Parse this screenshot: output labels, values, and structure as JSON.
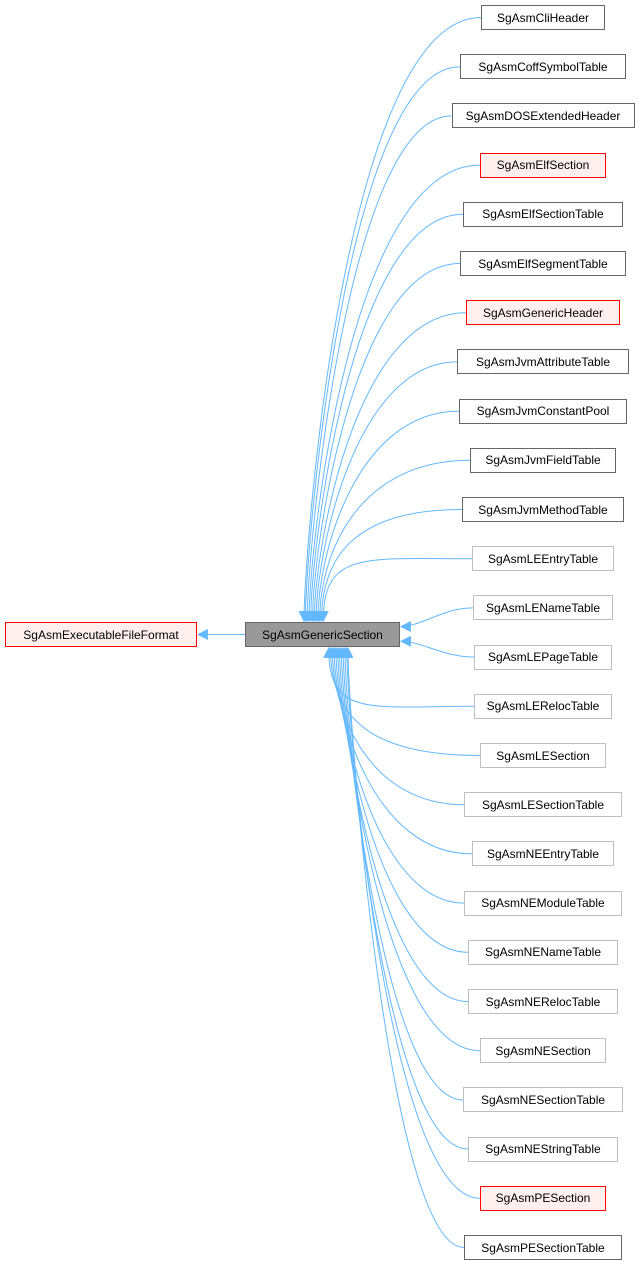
{
  "diagram": {
    "edge_color": "#63b8ff",
    "border_colors": {
      "documented": "#666666",
      "plain": "#bfbfbf",
      "red": "#ff0000"
    },
    "focus_fill": "#999999",
    "parent": {
      "label": "SgAsmExecutableFileFormat",
      "kind": "red"
    },
    "focus": {
      "label": "SgAsmGenericSection",
      "kind": "focus"
    },
    "children": [
      {
        "label": "SgAsmCliHeader",
        "kind": "documented"
      },
      {
        "label": "SgAsmCoffSymbolTable",
        "kind": "documented"
      },
      {
        "label": "SgAsmDOSExtendedHeader",
        "kind": "documented"
      },
      {
        "label": "SgAsmElfSection",
        "kind": "red"
      },
      {
        "label": "SgAsmElfSectionTable",
        "kind": "documented"
      },
      {
        "label": "SgAsmElfSegmentTable",
        "kind": "documented"
      },
      {
        "label": "SgAsmGenericHeader",
        "kind": "red"
      },
      {
        "label": "SgAsmJvmAttributeTable",
        "kind": "documented"
      },
      {
        "label": "SgAsmJvmConstantPool",
        "kind": "documented"
      },
      {
        "label": "SgAsmJvmFieldTable",
        "kind": "documented"
      },
      {
        "label": "SgAsmJvmMethodTable",
        "kind": "documented"
      },
      {
        "label": "SgAsmLEEntryTable",
        "kind": "plain"
      },
      {
        "label": "SgAsmLENameTable",
        "kind": "plain"
      },
      {
        "label": "SgAsmLEPageTable",
        "kind": "plain"
      },
      {
        "label": "SgAsmLERelocTable",
        "kind": "plain"
      },
      {
        "label": "SgAsmLESection",
        "kind": "plain"
      },
      {
        "label": "SgAsmLESectionTable",
        "kind": "plain"
      },
      {
        "label": "SgAsmNEEntryTable",
        "kind": "plain"
      },
      {
        "label": "SgAsmNEModuleTable",
        "kind": "plain"
      },
      {
        "label": "SgAsmNENameTable",
        "kind": "plain"
      },
      {
        "label": "SgAsmNERelocTable",
        "kind": "plain"
      },
      {
        "label": "SgAsmNESection",
        "kind": "plain"
      },
      {
        "label": "SgAsmNESectionTable",
        "kind": "plain"
      },
      {
        "label": "SgAsmNEStringTable",
        "kind": "plain"
      },
      {
        "label": "SgAsmPESection",
        "kind": "red"
      },
      {
        "label": "SgAsmPESectionTable",
        "kind": "documented"
      }
    ]
  }
}
